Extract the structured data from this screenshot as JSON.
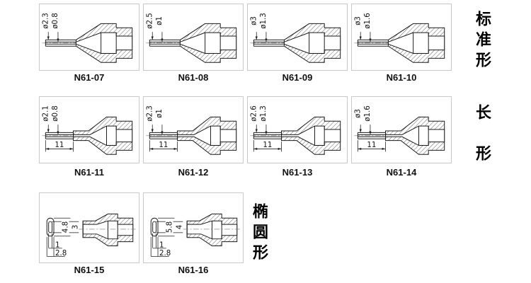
{
  "rows": [
    {
      "category": "标准形",
      "items": [
        {
          "name": "N61-07",
          "dim_a": "ø2.3",
          "dim_b": "ø0.8"
        },
        {
          "name": "N61-08",
          "dim_a": "ø2.5",
          "dim_b": "ø1"
        },
        {
          "name": "N61-09",
          "dim_a": "ø3",
          "dim_b": "ø1.3"
        },
        {
          "name": "N61-10",
          "dim_a": "ø3",
          "dim_b": "ø1.6"
        }
      ]
    },
    {
      "category": "长形",
      "items": [
        {
          "name": "N61-11",
          "dim_a": "ø2.1",
          "dim_b": "ø0.8",
          "dim_len": "11"
        },
        {
          "name": "N61-12",
          "dim_a": "ø2.3",
          "dim_b": "ø1",
          "dim_len": "11"
        },
        {
          "name": "N61-13",
          "dim_a": "ø2.6",
          "dim_b": "ø1.3",
          "dim_len": "11"
        },
        {
          "name": "N61-14",
          "dim_a": "ø3",
          "dim_b": "ø1.6",
          "dim_len": "11"
        }
      ]
    },
    {
      "category": "椭圆形",
      "items": [
        {
          "name": "N61-15",
          "w_inner": "1",
          "w_outer": "2.8",
          "h_outer": "4.8",
          "h_inner": "3"
        },
        {
          "name": "N61-16",
          "w_inner": "1",
          "w_outer": "2.8",
          "h_outer": "5.8",
          "h_inner": "4"
        }
      ]
    }
  ]
}
